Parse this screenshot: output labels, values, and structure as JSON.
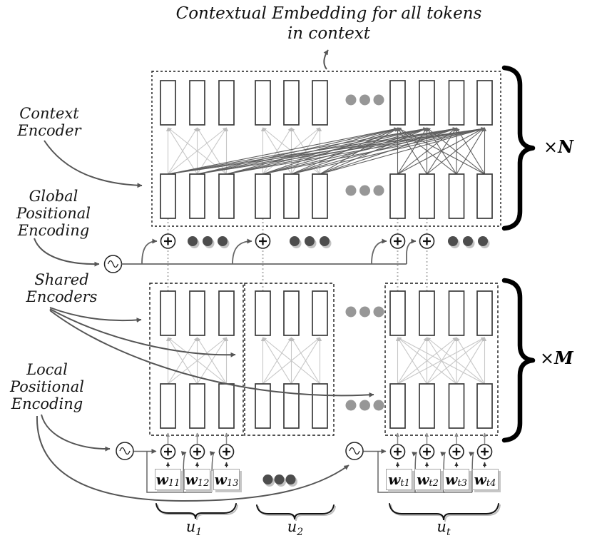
{
  "figure": {
    "title_line1": "Contextual Embedding for all tokens",
    "title_line2": "in context"
  },
  "labels": {
    "context_encoder_line1": "Context",
    "context_encoder_line2": "Encoder",
    "global_pe_line1": "Global",
    "global_pe_line2": "Positional",
    "global_pe_line3": "Encoding",
    "shared_encoders_line1": "Shared",
    "shared_encoders_line2": "Encoders",
    "local_pe_line1": "Local",
    "local_pe_line2": "Positional",
    "local_pe_line3": "Encoding"
  },
  "multipliers": {
    "context_times": "×",
    "context_letter": "N",
    "shared_times": "×",
    "shared_letter": "M"
  },
  "tokens": {
    "u1": [
      {
        "base": "w",
        "sub": "11"
      },
      {
        "base": "w",
        "sub": "12"
      },
      {
        "base": "w",
        "sub": "13"
      }
    ],
    "ut": [
      {
        "base": "w",
        "sub": "t1"
      },
      {
        "base": "w",
        "sub": "t2"
      },
      {
        "base": "w",
        "sub": "t3"
      },
      {
        "base": "w",
        "sub": "t4"
      }
    ]
  },
  "utterance_labels": {
    "u1": {
      "base": "u",
      "sub": "1"
    },
    "u2": {
      "base": "u",
      "sub": "2"
    },
    "ut": {
      "base": "u",
      "sub": "t"
    }
  },
  "icons": {
    "sine": "sine-wave-icon",
    "plus": "plus-circle-icon",
    "ellipsis": "ellipsis-dots-icon"
  },
  "colors": {
    "attention_light": "#c7c7c7",
    "attention_dark": "#5f5f5f",
    "dots_gray": "#979797",
    "dots_dark": "#4d4d4d",
    "dots_shadow": "#c2c2c2",
    "box_stroke": "#1a1a1a",
    "rect_stroke": "#3a3a3a",
    "connector_dotted": "#b3b3b3"
  }
}
